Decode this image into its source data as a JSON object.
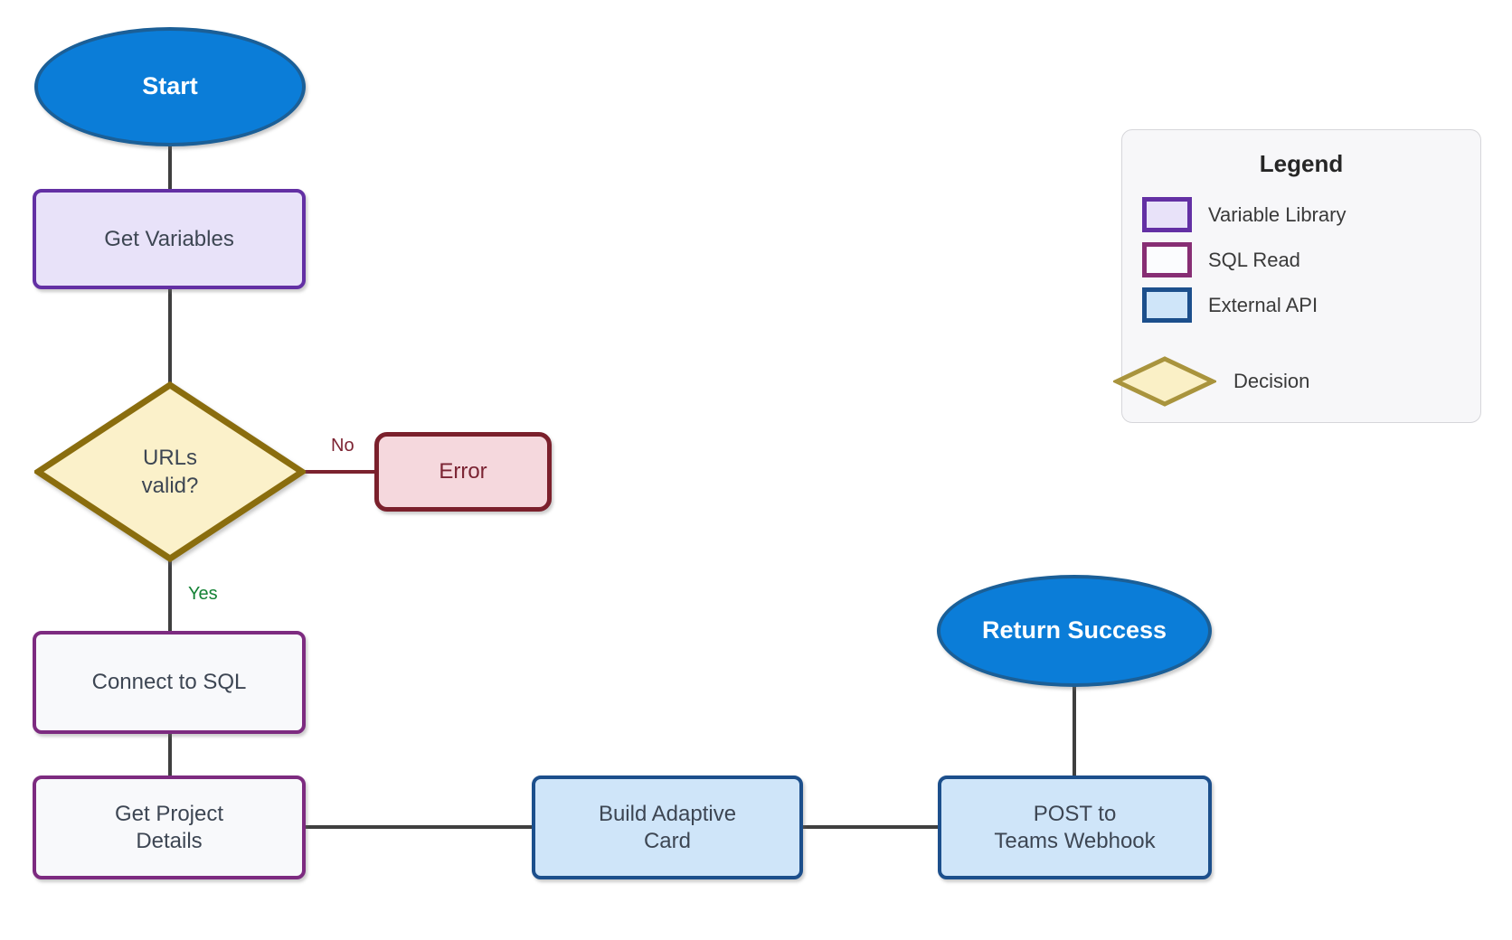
{
  "diagram": {
    "type": "flowchart",
    "nodes": {
      "start": {
        "label": "Start",
        "kind": "terminator"
      },
      "get_variables": {
        "label": "Get Variables",
        "kind": "variable-library"
      },
      "urls_valid": {
        "label": "URLs\nvalid?",
        "kind": "decision"
      },
      "error": {
        "label": "Error",
        "kind": "error"
      },
      "connect_sql": {
        "label": "Connect to SQL",
        "kind": "sql-read"
      },
      "get_project_details": {
        "label": "Get Project\nDetails",
        "kind": "sql-read"
      },
      "build_adaptive_card": {
        "label": "Build Adaptive\nCard",
        "kind": "external-api"
      },
      "post_teams_webhook": {
        "label": "POST to\nTeams Webhook",
        "kind": "external-api"
      },
      "return_success": {
        "label": "Return Success",
        "kind": "terminator"
      }
    },
    "edges": {
      "no_label": "No",
      "yes_label": "Yes",
      "list": [
        "Start -> Get Variables",
        "Get Variables -> URLs valid?",
        "URLs valid? -No-> Error",
        "URLs valid? -Yes-> Connect to SQL",
        "Connect to SQL -> Get Project Details",
        "Get Project Details -> Build Adaptive Card",
        "Build Adaptive Card -> POST to Teams Webhook",
        "POST to Teams Webhook -> Return Success"
      ]
    }
  },
  "legend": {
    "title": "Legend",
    "items": [
      {
        "label": "Variable Library",
        "swatch": "variable-library",
        "fill": "#e8e2f9",
        "border": "#6330a4"
      },
      {
        "label": "SQL Read",
        "swatch": "sql-read",
        "fill": "#fbfcfe",
        "border": "#872e74"
      },
      {
        "label": "External API",
        "swatch": "external-api",
        "fill": "#cfe5f9",
        "border": "#1c4f8c"
      },
      {
        "label": "Decision",
        "swatch": "decision",
        "fill": "#faf0c6",
        "border": "#a9943d"
      }
    ]
  },
  "colors": {
    "background": "#ffffff",
    "terminator_fill": "#0b7dd8",
    "terminator_border": "#1b5f97",
    "terminator_text": "#ffffff",
    "decision_fill": "#fbf1ca",
    "decision_border": "#8a6d0e",
    "error_fill": "#f5d8dd",
    "error_border": "#7b202c",
    "connector": "#3f3f3f",
    "no_connector": "#7b222e",
    "no_label": "#7d2332",
    "yes_label": "#148235",
    "node_text": "#3d4653"
  }
}
